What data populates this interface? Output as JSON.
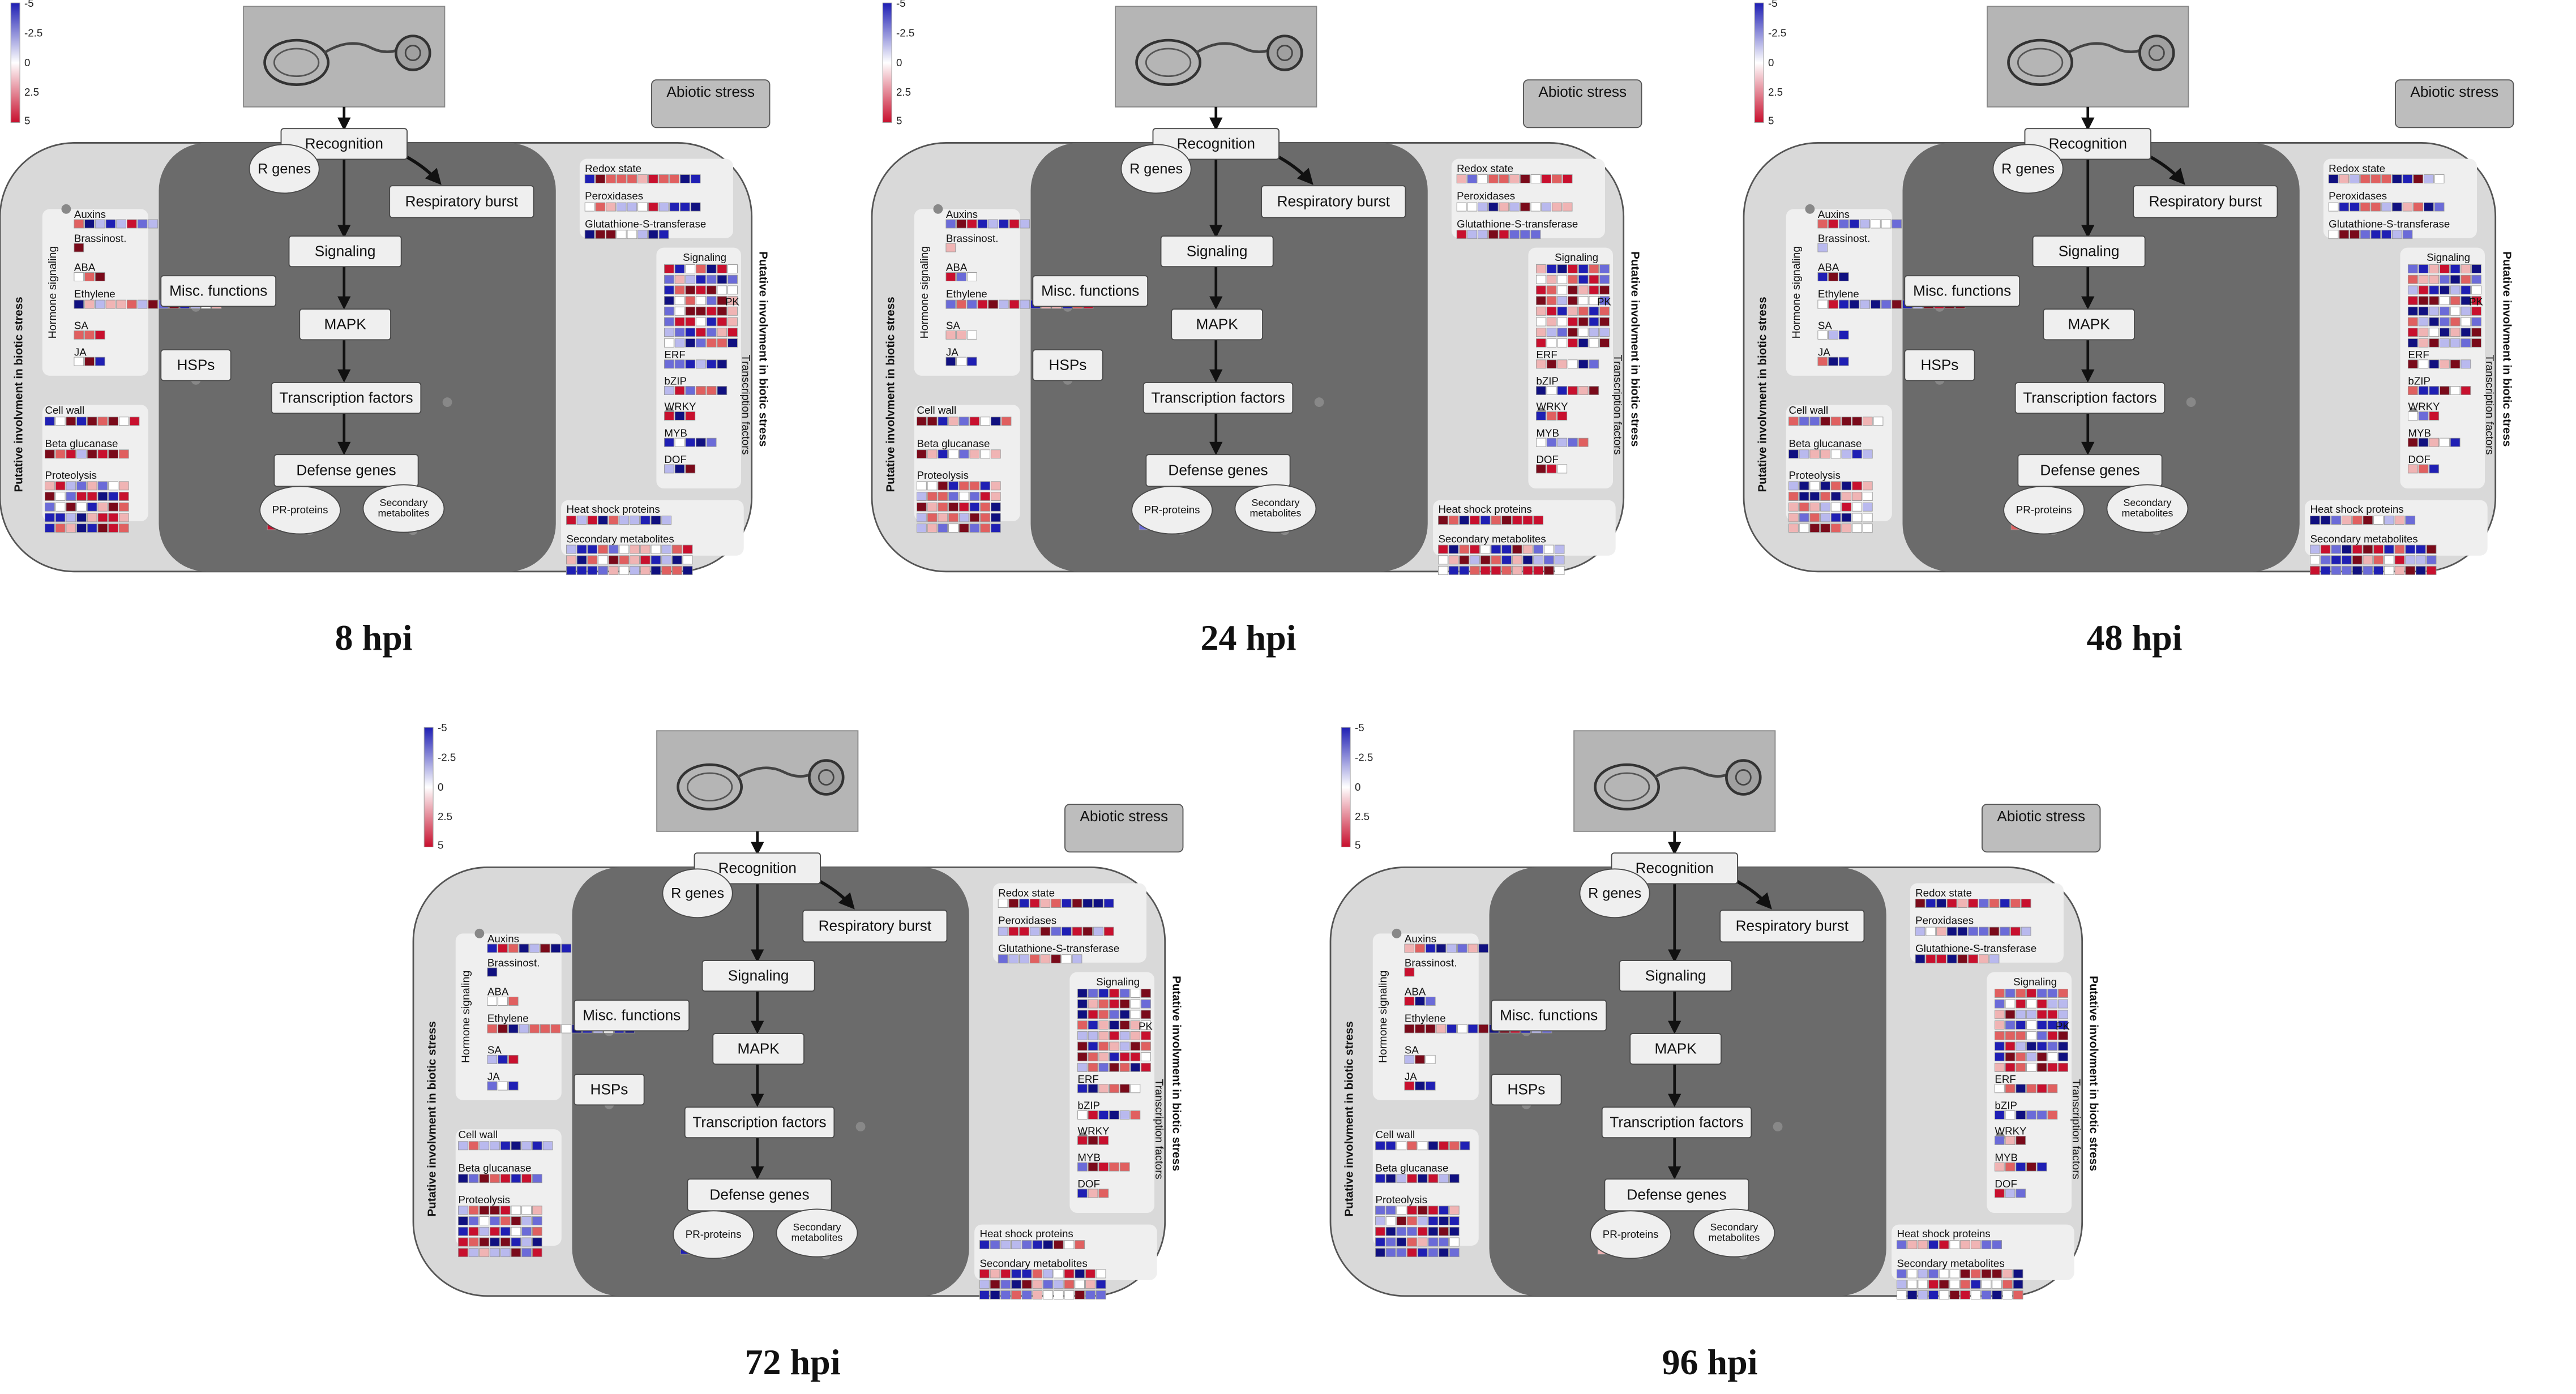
{
  "diagram": {
    "panels": [
      {
        "id": "p8",
        "time_label": "8 hpi"
      },
      {
        "id": "p24",
        "time_label": "24 hpi"
      },
      {
        "id": "p48",
        "time_label": "48 hpi"
      },
      {
        "id": "p72",
        "time_label": "72 hpi"
      },
      {
        "id": "p96",
        "time_label": "96 hpi"
      }
    ],
    "legend_ticks": [
      "-5",
      "-2.5",
      "0",
      "2.5",
      "5"
    ],
    "colors": {
      "down": "#1f1fb4",
      "up": "#c8102e",
      "neutral": "#ffffff",
      "outer_bg": "#d9d9d9",
      "inner_bg": "#6b6b6b",
      "group_bg": "#efefef"
    },
    "labels": {
      "recognition": "Recognition",
      "r_genes": "R genes",
      "respiratory_burst": "Respiratory burst",
      "signaling": "Signaling",
      "mapk": "MAPK",
      "transcription_factors": "Transcription factors",
      "defense_genes": "Defense genes",
      "pr_proteins": "PR-proteins",
      "secondary_metabolites_oval": "Secondary metabolites",
      "misc_functions": "Misc. functions",
      "hsps": "HSPs",
      "abiotic_stress": "Abiotic stress",
      "hormone_signaling": "Hormone signaling",
      "auxins": "Auxins",
      "brassinost": "Brassinost.",
      "aba": "ABA",
      "ethylene": "Ethylene",
      "sa": "SA",
      "ja": "JA",
      "cell_wall": "Cell wall",
      "beta_glucanase": "Beta glucanase",
      "proteolysis": "Proteolysis",
      "redox_state": "Redox state",
      "peroxidases": "Peroxidases",
      "glutathione": "Glutathione-S-transferase",
      "signaling_small": "Signaling",
      "pk": "PK",
      "erf": "ERF",
      "bzip": "bZIP",
      "wrky": "WRKY",
      "myb": "MYB",
      "dof": "DOF",
      "transcription_factors_vertical": "Transcription factors",
      "heat_shock_proteins": "Heat shock proteins",
      "secondary_metabolites": "Secondary metabolites",
      "putative_left": "Putative involvment in biotic stress",
      "putative_right": "Putative involvment in biotic stress"
    }
  }
}
